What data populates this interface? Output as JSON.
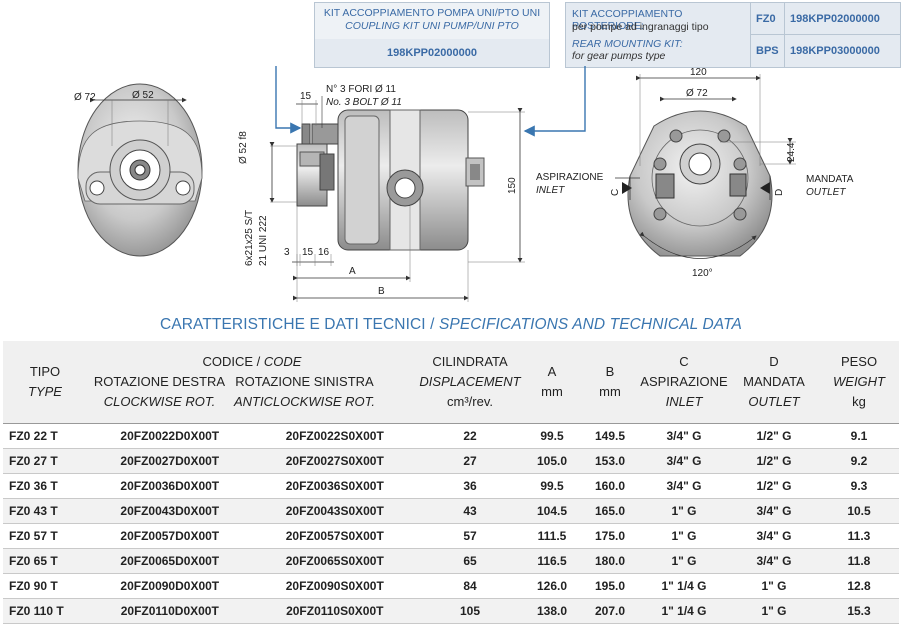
{
  "kit_coupling": {
    "line1": "KIT ACCOPPIAMENTO POMPA UNI/PTO UNI",
    "line2": "COUPLING KIT UNI PUMP/UNI PTO",
    "code": "198KPP02000000"
  },
  "kit_rear": {
    "line1": "KIT ACCOPPIAMENTO POSTERIORE:",
    "line2": "per pompe ad ingranaggi tipo",
    "line3": "REAR MOUNTING KIT:",
    "line4": "for gear pumps type",
    "rows": [
      {
        "type": "FZ0",
        "code": "198KPP02000000"
      },
      {
        "type": "BPS",
        "code": "198KPP03000000"
      }
    ]
  },
  "drawing_labels": {
    "d72_left": "Ø 72",
    "d52_left": "Ø 52",
    "dim15": "15",
    "holes_it": "N° 3 FORI Ø 11",
    "holes_en": "No. 3 BOLT Ø 11",
    "d52_f8": "Ø 52 f8",
    "shaft_line1": "6x21x25 S/T",
    "shaft_line2": "21 UNI 222",
    "dim3": "3",
    "dim15b": "15",
    "dim16": "16",
    "dim150": "150",
    "dimA": "A",
    "dimB": "B",
    "dim120": "120",
    "d72_right": "Ø 72",
    "dim24_4": "24.4",
    "inlet_it": "ASPIRAZIONE",
    "inlet_en": "INLET",
    "outlet_it": "MANDATA",
    "outlet_en": "OUTLET",
    "dimC": "C",
    "dimD": "D",
    "angle120": "120°"
  },
  "spec_title": {
    "it": "CARATTERISTICHE E DATI TECNICI /",
    "en": "SPECIFICATIONS AND TECHNICAL DATA"
  },
  "table": {
    "headers": {
      "tipo": "TIPO",
      "type": "TYPE",
      "codice": "CODICE /",
      "code": "CODE",
      "rot_dx": "ROTAZIONE DESTRA",
      "rot_dx_en": "CLOCKWISE ROT.",
      "rot_sx": "ROTAZIONE SINISTRA",
      "rot_sx_en": "ANTICLOCKWISE ROT.",
      "cil": "CILINDRATA",
      "cil_en": "DISPLACEMENT",
      "cil_unit": "cm³/rev.",
      "a": "A",
      "a_unit": "mm",
      "b": "B",
      "b_unit": "mm",
      "c": "C",
      "c_it": "ASPIRAZIONE",
      "c_en": "INLET",
      "d": "D",
      "d_it": "MANDATA",
      "d_en": "OUTLET",
      "peso": "PESO",
      "peso_en": "WEIGHT",
      "peso_unit": "kg"
    },
    "rows": [
      [
        "FZ0 22 T",
        "20FZ0022D0X00T",
        "20FZ0022S0X00T",
        "22",
        "99.5",
        "149.5",
        "3/4\" G",
        "1/2\" G",
        "9.1"
      ],
      [
        "FZ0 27 T",
        "20FZ0027D0X00T",
        "20FZ0027S0X00T",
        "27",
        "105.0",
        "153.0",
        "3/4\" G",
        "1/2\" G",
        "9.2"
      ],
      [
        "FZ0 36 T",
        "20FZ0036D0X00T",
        "20FZ0036S0X00T",
        "36",
        "99.5",
        "160.0",
        "3/4\" G",
        "1/2\" G",
        "9.3"
      ],
      [
        "FZ0 43 T",
        "20FZ0043D0X00T",
        "20FZ0043S0X00T",
        "43",
        "104.5",
        "165.0",
        "1\" G",
        "3/4\" G",
        "10.5"
      ],
      [
        "FZ0 57 T",
        "20FZ0057D0X00T",
        "20FZ0057S0X00T",
        "57",
        "111.5",
        "175.0",
        "1\" G",
        "3/4\" G",
        "11.3"
      ],
      [
        "FZ0 65 T",
        "20FZ0065D0X00T",
        "20FZ0065S0X00T",
        "65",
        "116.5",
        "180.0",
        "1\" G",
        "3/4\" G",
        "11.8"
      ],
      [
        "FZ0 90 T",
        "20FZ0090D0X00T",
        "20FZ0090S0X00T",
        "84",
        "126.0",
        "195.0",
        "1\" 1/4 G",
        "1\" G",
        "12.8"
      ],
      [
        "FZ0 110 T",
        "20FZ0110D0X00T",
        "20FZ0110S0X00T",
        "105",
        "138.0",
        "207.0",
        "1\" 1/4 G",
        "1\" G",
        "15.3"
      ]
    ]
  }
}
